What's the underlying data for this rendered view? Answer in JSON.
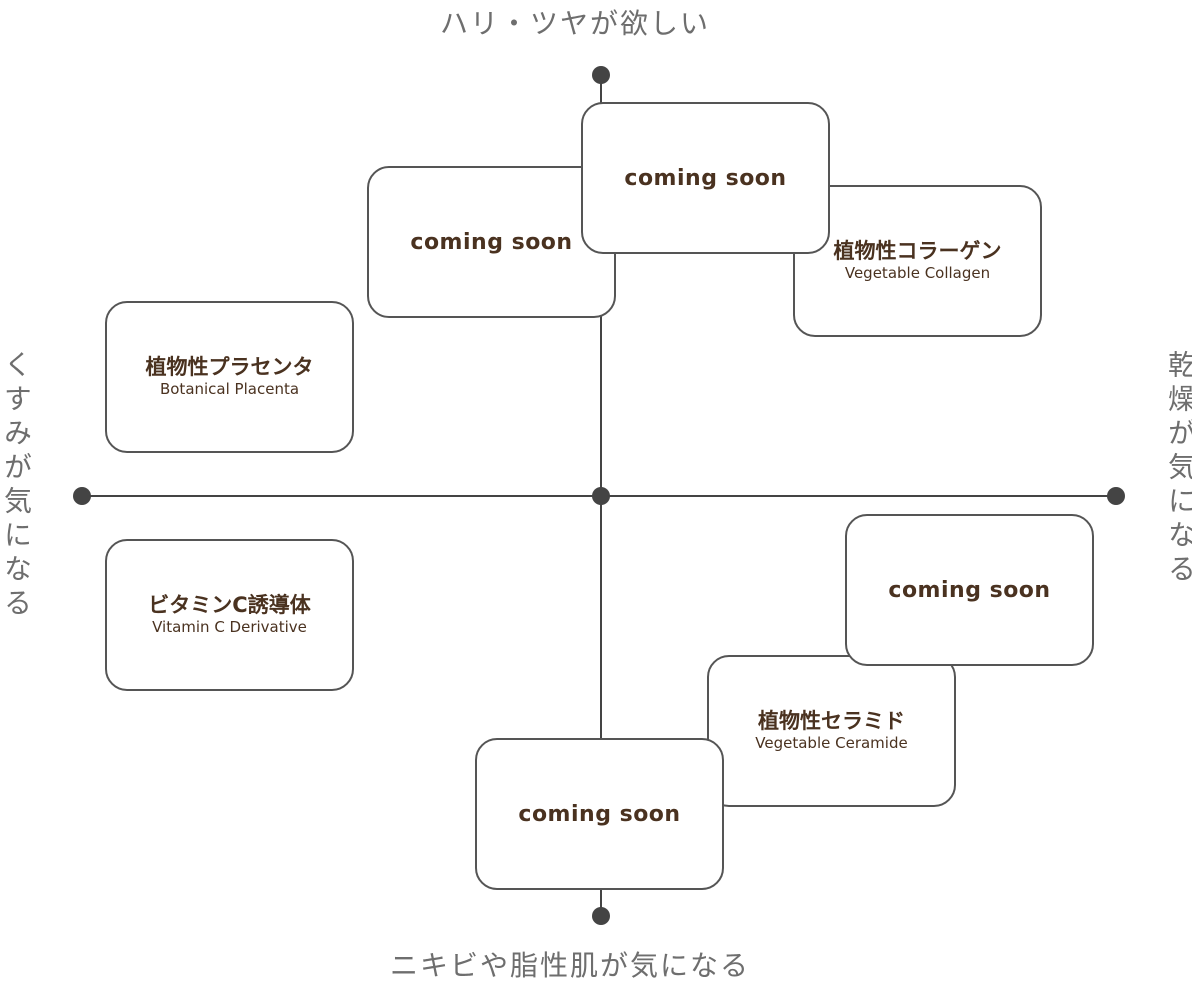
{
  "axes": {
    "top": "ハリ・ツヤが欲しい",
    "bottom": "ニキビや脂性肌が気になる",
    "left": "くすみが気になる",
    "right": "乾燥が気になる"
  },
  "items": {
    "coming_soon_top_left": {
      "label": "coming soon"
    },
    "coming_soon_top_center": {
      "label": "coming soon"
    },
    "vegetable_collagen": {
      "jp": "植物性コラーゲン",
      "en": "Vegetable Collagen"
    },
    "botanical_placenta": {
      "jp": "植物性プラセンタ",
      "en": "Botanical Placenta"
    },
    "vitamin_c": {
      "jp": "ビタミンC誘導体",
      "en": "Vitamin C Derivative"
    },
    "coming_soon_right": {
      "label": "coming soon"
    },
    "vegetable_ceramide": {
      "jp": "植物性セラミド",
      "en": "Vegetable Ceramide"
    },
    "coming_soon_bottom": {
      "label": "coming soon"
    }
  },
  "colors": {
    "axis": "#444444",
    "card_border": "#555555",
    "card_text": "#4a3220",
    "axis_label": "#6e6e6e"
  }
}
